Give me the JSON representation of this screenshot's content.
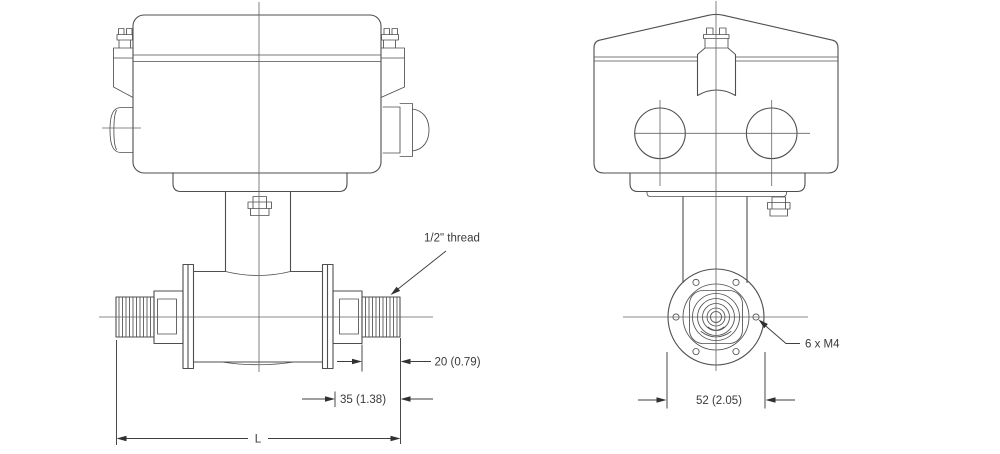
{
  "diagram": {
    "side_view": {
      "thread_label": "1/2\" thread",
      "dim_thread_length": "20 (0.79)",
      "dim_fitting_length": "35 (1.38)",
      "dim_overall_length": "L"
    },
    "end_view": {
      "bolt_pattern_label": "6 x M4",
      "dim_flange_width": "52 (2.05)"
    },
    "colors": {
      "background": "#ffffff",
      "outline": "#4f4f4f",
      "dimension_line": "#3f3f3f",
      "text": "#3a3a3a"
    }
  }
}
